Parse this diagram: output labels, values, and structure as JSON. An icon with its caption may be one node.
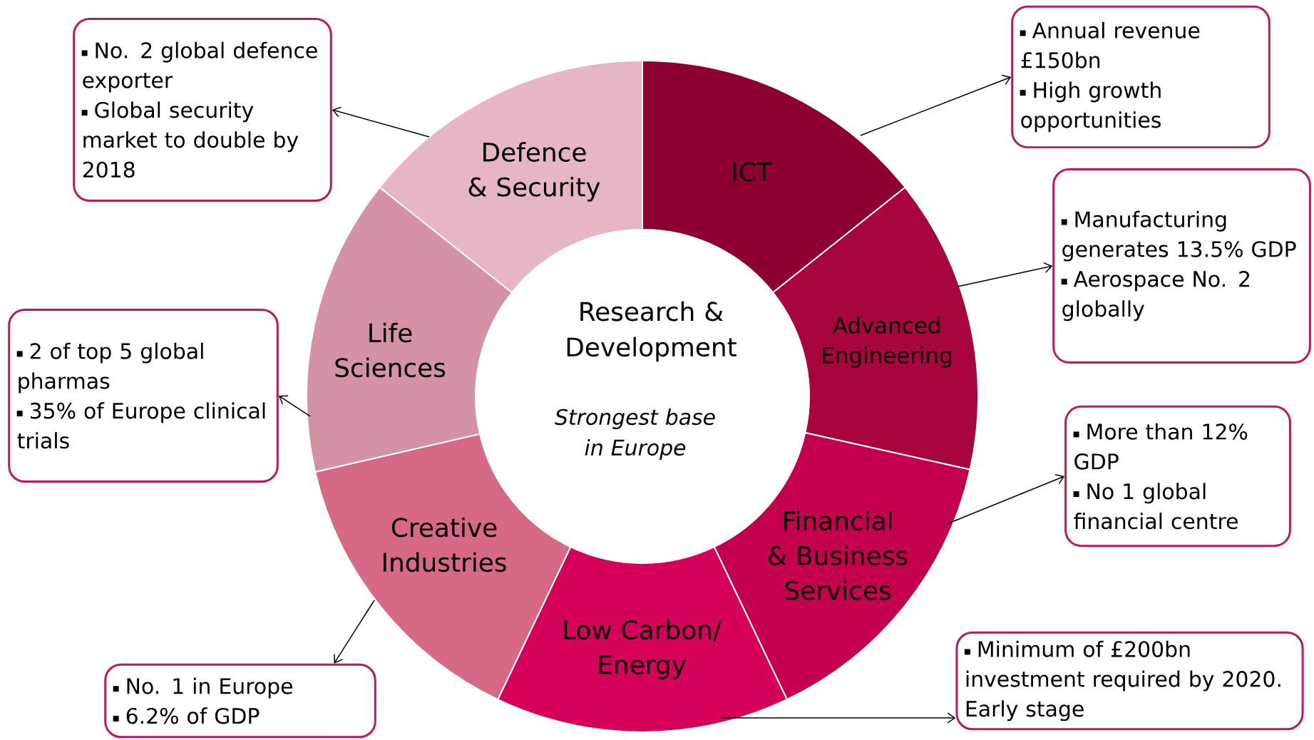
{
  "diagram": {
    "nodes": [
      {
        "text": [
          "Defence & Security"
        ]
      },
      {
        "text": [
          "ICT"
        ]
      },
      {
        "text": [
          "Advanced Engineering"
        ]
      },
      {
        "text": [
          "Financial & Business Services"
        ]
      },
      {
        "text": [
          "Low Carbon/ Energy"
        ]
      },
      {
        "text": [
          "Creative Industries"
        ]
      },
      {
        "text": [
          "Life Sciences"
        ]
      },
      {
        "text": [
          "Research & Development",
          "Strongest base in Europe"
        ]
      },
      {
        "text": [
          "No. 2 global defence exporter",
          "Global security market to double by 2018"
        ]
      },
      {
        "text": [
          "Annual revenue £150bn",
          "High growth opportunities"
        ]
      },
      {
        "text": [
          "Manufacturing generates 13.5% GDP",
          "Aerospace No. 2 globally"
        ]
      },
      {
        "text": [
          "More than 12% GDP",
          "No 1 global financial centre"
        ]
      },
      {
        "text": [
          "Minimum of £200bn investment required by 2020. Early stage"
        ]
      },
      {
        "text": [
          "No. 1 in Europe",
          "6.2% of GDP"
        ]
      },
      {
        "text": [
          "2 of top 5 global pharmas",
          "35% of Europe clinical trials"
        ]
      }
    ],
    "edges": [
      {
        "from": 0,
        "to": 8,
        "arrow": "to"
      },
      {
        "from": 1,
        "to": 9,
        "arrow": "to"
      },
      {
        "from": 2,
        "to": 10,
        "arrow": "to"
      },
      {
        "from": 3,
        "to": 11,
        "arrow": "to"
      },
      {
        "from": 4,
        "to": 12,
        "arrow": "to"
      },
      {
        "from": 5,
        "to": 13,
        "arrow": "to"
      },
      {
        "from": 6,
        "to": 14,
        "arrow": "to"
      }
    ]
  }
}
